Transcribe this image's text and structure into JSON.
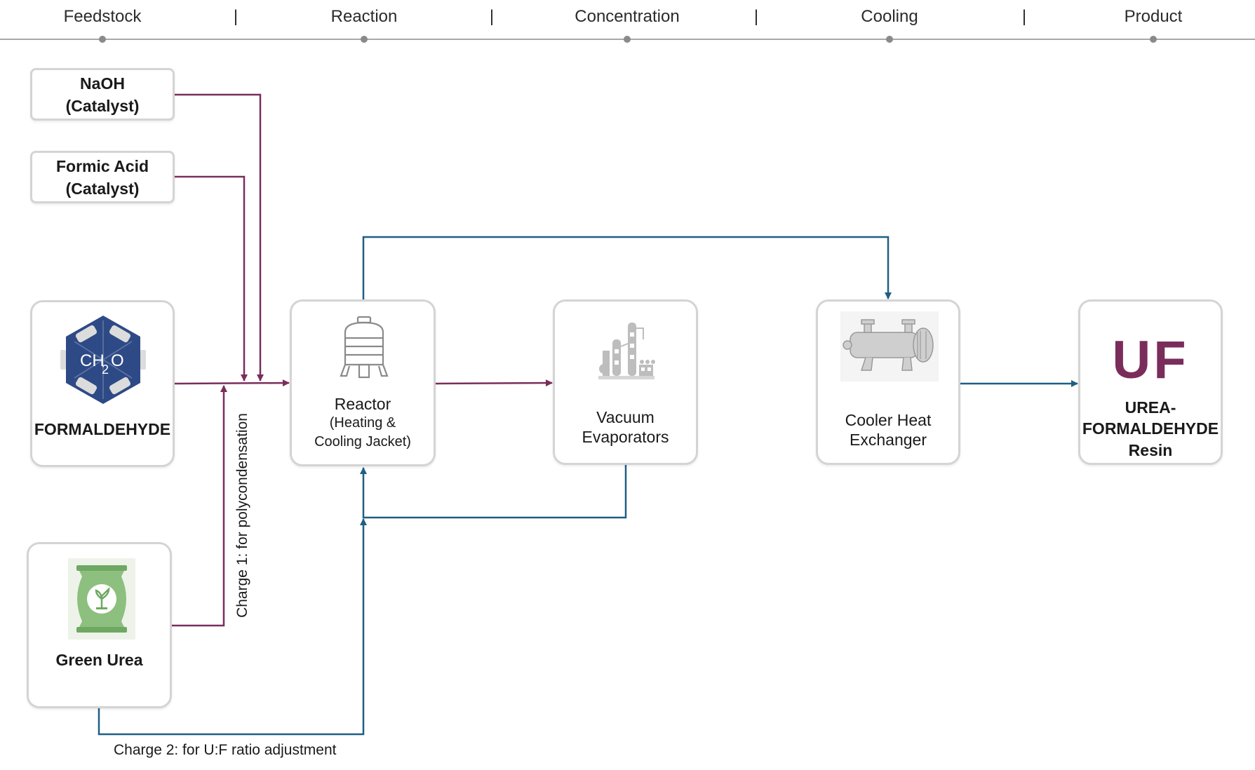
{
  "stages": [
    "Feedstock",
    "Reaction",
    "Concentration",
    "Cooling",
    "Product"
  ],
  "separator": "|",
  "nodes": {
    "naoh": {
      "line1": "NaOH",
      "line2": "(Catalyst)"
    },
    "formic": {
      "line1": "Formic Acid",
      "line2": "(Catalyst)"
    },
    "formaldehyde": {
      "label": "FORMALDEHYDE",
      "icon_text": "CH",
      "icon_sub": "2",
      "icon_tail": "O"
    },
    "urea": {
      "label": "Green Urea"
    },
    "reactor": {
      "title": "Reactor",
      "sub1": "(Heating &",
      "sub2": "Cooling Jacket)"
    },
    "evaporator": {
      "line1": "Vacuum",
      "line2": "Evaporators"
    },
    "cooler": {
      "line1": "Cooler Heat",
      "line2": "Exchanger"
    },
    "product": {
      "mark": "UF",
      "line1": "UREA-",
      "line2": "FORMALDEHYDE",
      "line3": "Resin"
    }
  },
  "annotations": {
    "charge1": "Charge 1: for polycondensation",
    "charge2": "Charge 2: for U:F ratio adjustment"
  },
  "colors": {
    "feed_line": "#7a2d5b",
    "recycle_line": "#1f5f84",
    "timeline": "#a8a8a8",
    "box_border": "#d4d4d4",
    "formaldehyde_icon": "#2e4a86",
    "urea_icon": "#8dbf7f",
    "uf_mark": "#7a2d5b"
  }
}
